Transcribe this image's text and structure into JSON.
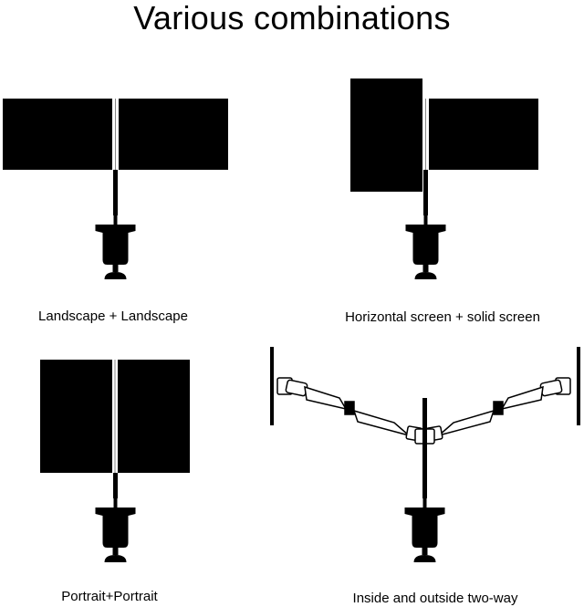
{
  "title": "Various combinations",
  "panels": [
    {
      "caption": "Landscape + Landscape"
    },
    {
      "caption": "Horizontal screen + solid screen"
    },
    {
      "caption": "Portrait+Portrait"
    },
    {
      "caption": "Inside and outside two-way"
    }
  ]
}
